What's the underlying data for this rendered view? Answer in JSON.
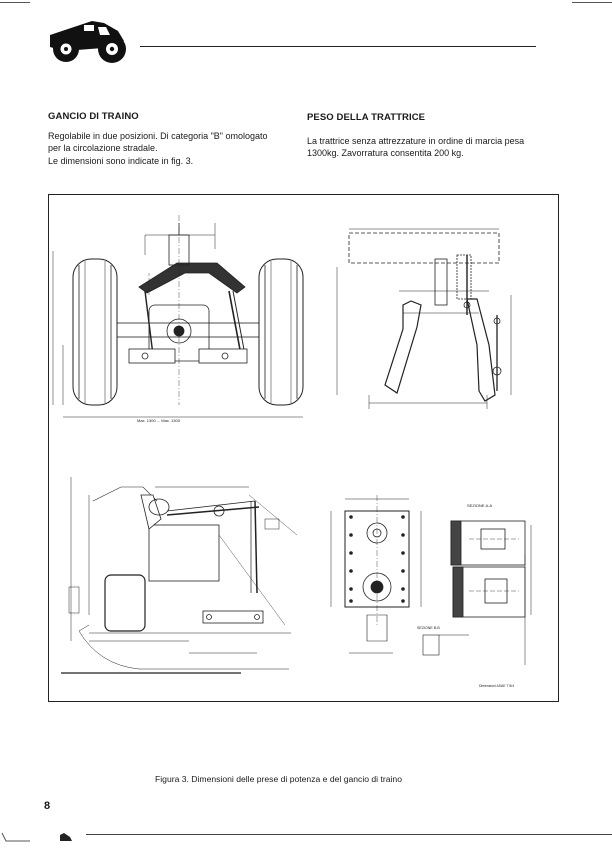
{
  "header": {
    "logo_icon": "tractor-logo-icon"
  },
  "sections": {
    "left": {
      "title": "GANCIO DI TRAINO",
      "lines": [
        "Regolabile in due posizioni. Di categoria \"B\" omologato",
        "per la circolazione stradale.",
        "Le dimensioni sono indicate in fig. 3."
      ]
    },
    "right": {
      "title": "PESO DELLA TRATTRICE",
      "lines": [
        "La trattrice senza attrezzature in ordine di marcia pesa",
        "1300kg. Zavorratura consentita 200 kg."
      ]
    }
  },
  "figure": {
    "caption": "Figura 3.  Dimensioni delle prese di potenza e del gancio di traino",
    "labels": {
      "front_width": "Max. 1300 ... Max. 1300",
      "section_aa": "SEZIONE A-A",
      "section_bb": "SEZIONE B-B",
      "drawing_code": "Dimensioni ASAE T 8/4"
    }
  },
  "footer": {
    "page_number": "8"
  }
}
